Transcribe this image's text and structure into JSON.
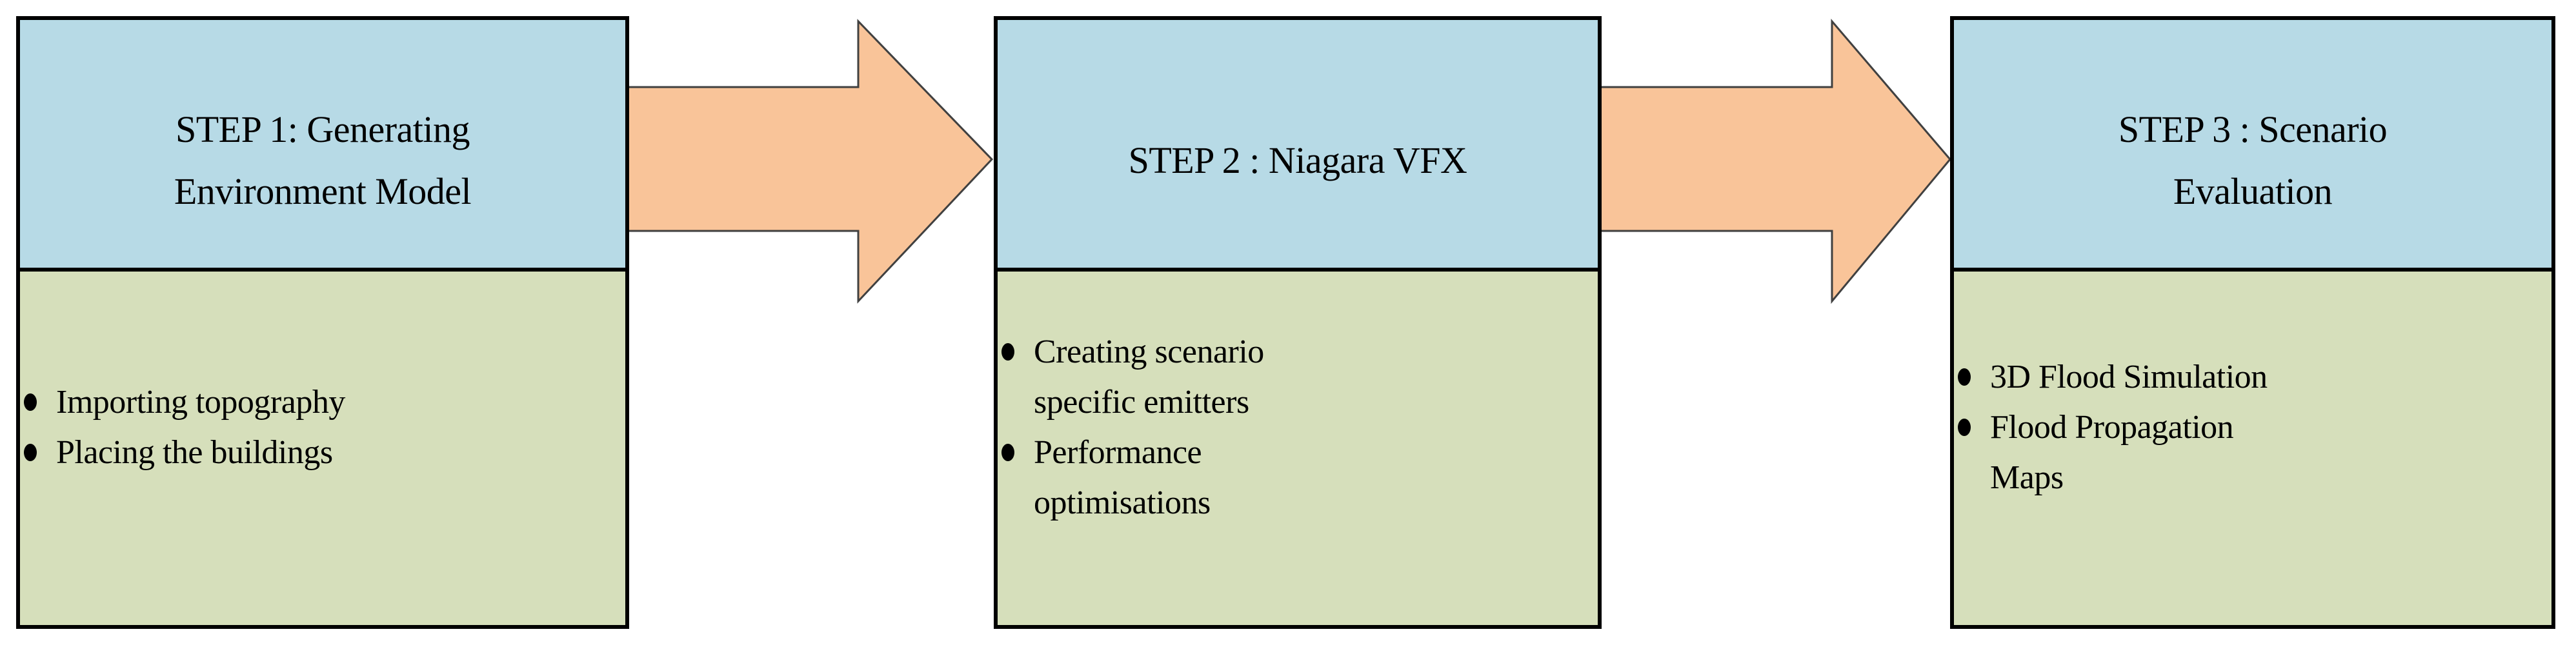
{
  "figure": {
    "kind": "three-step-flow-diagram",
    "colors": {
      "header_bg": "#b7dae6",
      "body_bg": "#d6dfbb",
      "arrow_fill": "#f9c499",
      "arrow_stroke": "#404040",
      "box_border": "#000000",
      "page_bg": "#ffffff"
    },
    "steps": [
      {
        "header": "STEP 1: Generating Environment Model",
        "header_lines": [
          "STEP 1: Generating",
          "Environment Model"
        ],
        "bullets": [
          {
            "text": "Importing topography",
            "lines": [
              "Importing topography"
            ]
          },
          {
            "text": "Placing the buildings",
            "lines": [
              "Placing the buildings"
            ]
          }
        ]
      },
      {
        "header": "STEP 2 : Niagara VFX",
        "header_lines": [
          "STEP 2 : Niagara VFX"
        ],
        "bullets": [
          {
            "text": "Creating scenario specific emitters",
            "lines": [
              "Creating scenario",
              "specific emitters"
            ]
          },
          {
            "text": "Performance optimisations",
            "lines": [
              "Performance",
              "optimisations"
            ]
          }
        ]
      },
      {
        "header": "STEP 3 : Scenario Evaluation",
        "header_lines": [
          "STEP 3 : Scenario",
          "Evaluation"
        ],
        "bullets": [
          {
            "text": "3D Flood Simulation",
            "lines": [
              "3D Flood Simulation"
            ]
          },
          {
            "text": "Flood Propagation Maps",
            "lines": [
              "Flood Propagation",
              "Maps"
            ]
          }
        ]
      }
    ]
  }
}
